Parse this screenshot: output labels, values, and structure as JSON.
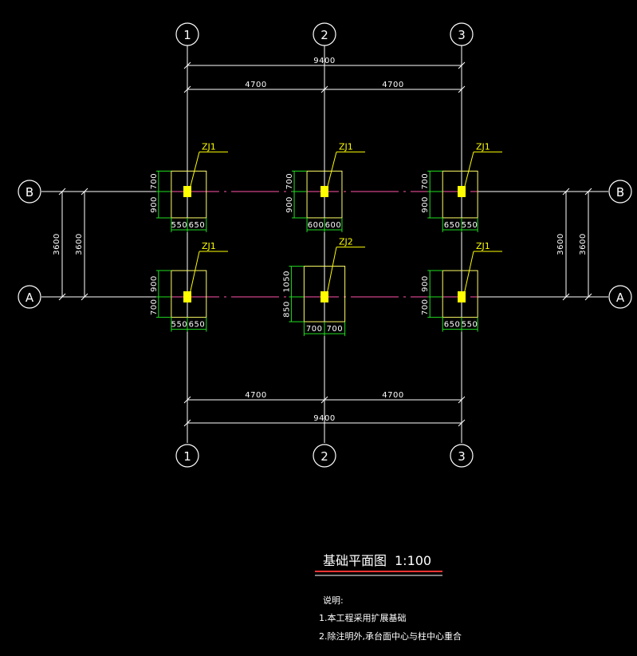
{
  "colors": {
    "background": "#000000",
    "grid_line": "#ffffff",
    "center_line": "#ff55aa",
    "footing_outline": "#ffff66",
    "dimension_green": "#22dd22",
    "column_fill": "#ffff00",
    "label_yellow": "#ffff00",
    "title_underline": "#ff3333"
  },
  "axes": {
    "columns": [
      "1",
      "2",
      "3"
    ],
    "rows": [
      "B",
      "A"
    ]
  },
  "dimensions": {
    "top_total": "9400",
    "top_spans": [
      "4700",
      "4700"
    ],
    "bottom_spans": [
      "4700",
      "4700"
    ],
    "bottom_total": "9400",
    "left_outer": "3600",
    "left_inner": "3600",
    "right_inner": "3600",
    "right_outer": "3600"
  },
  "footings": [
    {
      "id": "B1",
      "label": "ZJ1",
      "side_top": "700",
      "side_bottom": "900",
      "bottom_left": "550",
      "bottom_right": "650"
    },
    {
      "id": "B2",
      "label": "ZJ1",
      "side_top": "700",
      "side_bottom": "900",
      "bottom_left": "600",
      "bottom_right": "600"
    },
    {
      "id": "B3",
      "label": "ZJ1",
      "side_top": "700",
      "side_bottom": "900",
      "bottom_left": "650",
      "bottom_right": "550"
    },
    {
      "id": "A1",
      "label": "ZJ1",
      "side_top": "900",
      "side_bottom": "700",
      "bottom_left": "550",
      "bottom_right": "650"
    },
    {
      "id": "A2",
      "label": "ZJ2",
      "side_top": "1050",
      "side_bottom": "850",
      "bottom_left": "700",
      "bottom_right": "700"
    },
    {
      "id": "A3",
      "label": "ZJ1",
      "side_top": "900",
      "side_bottom": "700",
      "bottom_left": "650",
      "bottom_right": "550"
    }
  ],
  "title": {
    "name": "基础平面图",
    "scale": "1:100"
  },
  "notes": {
    "heading": "说明:",
    "items": [
      "1.本工程采用扩展基础",
      "2.除注明外,承台面中心与柱中心重合"
    ]
  }
}
